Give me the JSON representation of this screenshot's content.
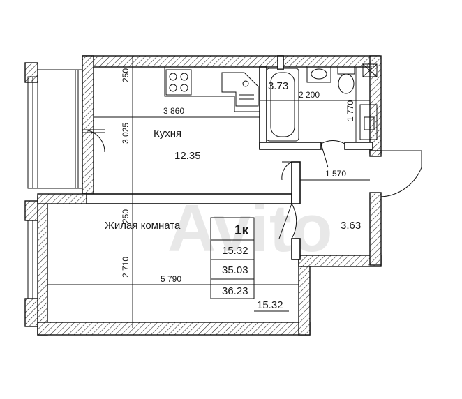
{
  "rooms": {
    "kitchen": {
      "name": "Кухня",
      "area": "12.35"
    },
    "living": {
      "name": "Жилая комната",
      "area": "15.32"
    },
    "bath": {
      "area": "3.73"
    },
    "hall": {
      "area": "3.63"
    }
  },
  "dimensions": {
    "kitchen_width": "3 860",
    "kitchen_depth": "3 025",
    "top_wall": "250",
    "mid_wall": "250",
    "living_width": "5 790",
    "living_depth": "2 710",
    "bath_width": "2 200",
    "bath_depth": "1 770",
    "hall_width": "1 570"
  },
  "summary": {
    "type": "1к",
    "living_area": "15.32",
    "total_area": "35.03",
    "total_with_balcony": "36.23",
    "room_area_repeat": "15.32"
  },
  "watermark": {
    "text": "Avito"
  }
}
